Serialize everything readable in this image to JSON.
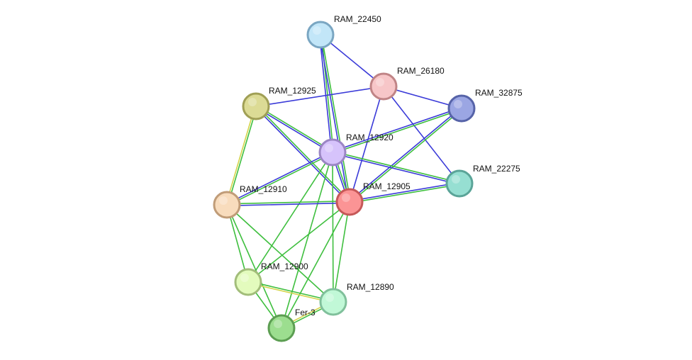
{
  "nodes": [
    {
      "id": "RAM_22450",
      "label": "RAM_22450",
      "fill": "#c2e6f8",
      "stroke": "#7aa6c2"
    },
    {
      "id": "RAM_26180",
      "label": "RAM_26180",
      "fill": "#f7c6c8",
      "stroke": "#c08486"
    },
    {
      "id": "RAM_32875",
      "label": "RAM_32875",
      "fill": "#9ba6e3",
      "stroke": "#5663a8"
    },
    {
      "id": "RAM_12925",
      "label": "RAM_12925",
      "fill": "#dcdb95",
      "stroke": "#a09f55"
    },
    {
      "id": "RAM_12920",
      "label": "RAM_12920",
      "fill": "#d6c3fb",
      "stroke": "#9b86c4"
    },
    {
      "id": "RAM_22275",
      "label": "RAM_22275",
      "fill": "#96dfd2",
      "stroke": "#5aa498"
    },
    {
      "id": "RAM_12910",
      "label": "RAM_12910",
      "fill": "#f8dcbd",
      "stroke": "#c09c78"
    },
    {
      "id": "RAM_12905",
      "label": "RAM_12905",
      "fill": "#fb9495",
      "stroke": "#c55858"
    },
    {
      "id": "RAM_12900",
      "label": "RAM_12900",
      "fill": "#e3fbbd",
      "stroke": "#a2bd7a"
    },
    {
      "id": "RAM_12890",
      "label": "RAM_12890",
      "fill": "#c1f8d7",
      "stroke": "#80c09b"
    },
    {
      "id": "Fer-3",
      "label": "Fer-3",
      "fill": "#9cde8f",
      "stroke": "#5c9e52"
    }
  ],
  "edge_colors": {
    "blue": "#3a3ad8",
    "green": "#3fbf3f",
    "yellow": "#d4d44a"
  },
  "edges": [
    {
      "a": "RAM_22450",
      "b": "RAM_26180",
      "types": [
        "blue"
      ]
    },
    {
      "a": "RAM_22450",
      "b": "RAM_12920",
      "types": [
        "green",
        "blue"
      ]
    },
    {
      "a": "RAM_22450",
      "b": "RAM_12905",
      "types": [
        "green",
        "blue"
      ]
    },
    {
      "a": "RAM_26180",
      "b": "RAM_12925",
      "types": [
        "blue"
      ]
    },
    {
      "a": "RAM_26180",
      "b": "RAM_32875",
      "types": [
        "blue"
      ]
    },
    {
      "a": "RAM_26180",
      "b": "RAM_22275",
      "types": [
        "blue"
      ]
    },
    {
      "a": "RAM_26180",
      "b": "RAM_12905",
      "types": [
        "blue"
      ]
    },
    {
      "a": "RAM_12925",
      "b": "RAM_12920",
      "types": [
        "green",
        "blue"
      ]
    },
    {
      "a": "RAM_12925",
      "b": "RAM_12905",
      "types": [
        "green",
        "blue"
      ]
    },
    {
      "a": "RAM_12925",
      "b": "RAM_12910",
      "types": [
        "green",
        "yellow"
      ]
    },
    {
      "a": "RAM_32875",
      "b": "RAM_12920",
      "types": [
        "green",
        "blue"
      ]
    },
    {
      "a": "RAM_32875",
      "b": "RAM_12905",
      "types": [
        "green",
        "blue"
      ]
    },
    {
      "a": "RAM_12920",
      "b": "RAM_22275",
      "types": [
        "green",
        "blue"
      ]
    },
    {
      "a": "RAM_12920",
      "b": "RAM_12905",
      "types": [
        "green",
        "blue"
      ]
    },
    {
      "a": "RAM_12920",
      "b": "RAM_12910",
      "types": [
        "green",
        "blue"
      ]
    },
    {
      "a": "RAM_12920",
      "b": "RAM_12900",
      "types": [
        "green"
      ]
    },
    {
      "a": "RAM_12920",
      "b": "RAM_12890",
      "types": [
        "green"
      ]
    },
    {
      "a": "RAM_12920",
      "b": "Fer-3",
      "types": [
        "green"
      ]
    },
    {
      "a": "RAM_22275",
      "b": "RAM_12905",
      "types": [
        "green",
        "blue"
      ]
    },
    {
      "a": "RAM_12910",
      "b": "RAM_12905",
      "types": [
        "green",
        "blue"
      ]
    },
    {
      "a": "RAM_12910",
      "b": "RAM_12900",
      "types": [
        "green"
      ]
    },
    {
      "a": "RAM_12910",
      "b": "RAM_12890",
      "types": [
        "green"
      ]
    },
    {
      "a": "RAM_12910",
      "b": "Fer-3",
      "types": [
        "green"
      ]
    },
    {
      "a": "RAM_12905",
      "b": "RAM_12900",
      "types": [
        "green"
      ]
    },
    {
      "a": "RAM_12905",
      "b": "RAM_12890",
      "types": [
        "green"
      ]
    },
    {
      "a": "RAM_12905",
      "b": "Fer-3",
      "types": [
        "green"
      ]
    },
    {
      "a": "RAM_12900",
      "b": "RAM_12890",
      "types": [
        "green",
        "yellow"
      ]
    },
    {
      "a": "RAM_12900",
      "b": "Fer-3",
      "types": [
        "green"
      ]
    },
    {
      "a": "RAM_12890",
      "b": "Fer-3",
      "types": [
        "green",
        "yellow"
      ]
    }
  ]
}
